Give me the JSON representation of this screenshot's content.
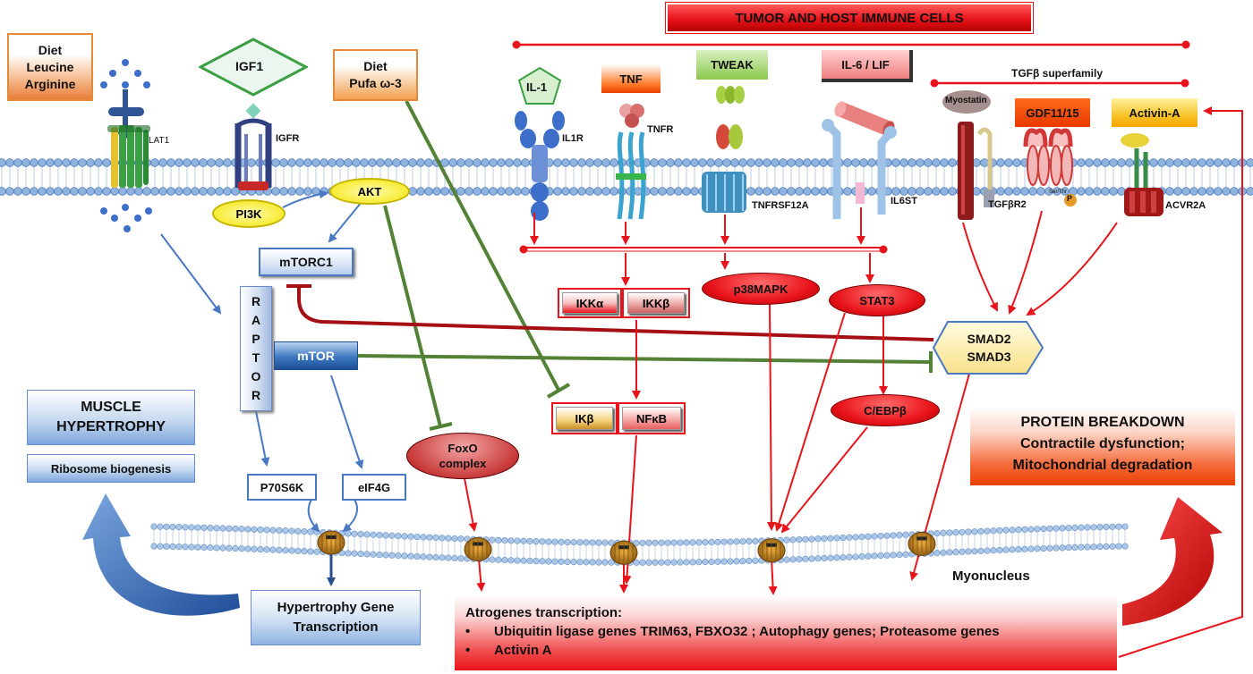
{
  "top_banner": "TUMOR AND HOST IMMUNE CELLS",
  "diet_leucine": [
    "Diet",
    "Leucine",
    "Arginine"
  ],
  "diet_pufa": [
    "Diet",
    "Pufa ω-3"
  ],
  "ligands": {
    "igf1": "IGF1",
    "il1": "IL-1",
    "tnf": "TNF",
    "tweak": "TWEAK",
    "il6": "IL-6 / LIF",
    "tgfb_superfamily": "TGFβ superfamily",
    "myostatin": "Myostatin",
    "gdf": "GDF11/15",
    "activin": "Activin-A"
  },
  "receptors": {
    "lat1": "LAT1",
    "igfr": "IGFR",
    "il1r": "IL1R",
    "tnfr": "TNFR",
    "tnfrsf12a": "TNFRSF12A",
    "il6st": "IL6ST",
    "tgfbr2": "TGFβR2",
    "acvr2a": "ACVR2A",
    "ser_thr": "Ser/Thr",
    "p": "P"
  },
  "signaling": {
    "pi3k": "PI3K",
    "akt": "AKT",
    "mtorc1": "mTORC1",
    "raptor": [
      "R",
      "A",
      "P",
      "T",
      "O",
      "R"
    ],
    "mtor": "mTOR",
    "p70s6k": "P70S6K",
    "eif4g": "eIF4G",
    "foxo": [
      "FoxO",
      "complex"
    ],
    "ikka": "IKKα",
    "ikkb": "IKKβ",
    "ikb": "IKβ",
    "nfkb": "NFκB",
    "p38": "p38MAPK",
    "stat3": "STAT3",
    "cebpb": "C/EBPβ",
    "smad": [
      "SMAD2",
      "SMAD3"
    ]
  },
  "outcomes": {
    "hypertrophy_title": [
      "MUSCLE",
      "HYPERTROPHY"
    ],
    "ribosome": "Ribosome biogenesis",
    "hypertrophy_gene": [
      "Hypertrophy Gene",
      "Transcription"
    ],
    "breakdown": [
      "PROTEIN BREAKDOWN",
      "Contractile dysfunction;",
      "Mitochondrial degradation"
    ],
    "myonucleus": "Myonucleus",
    "atrogenes_title": "Atrogenes transcription:",
    "atrogenes_items": [
      "Ubiquitin ligase genes TRIM63, FBXO32 ; Autophagy genes; Proteasome genes",
      "Activin A"
    ]
  },
  "colors": {
    "red": "#e8141b",
    "green": "#538135",
    "blue": "#4a79c4",
    "darkred": "#a50e12"
  }
}
